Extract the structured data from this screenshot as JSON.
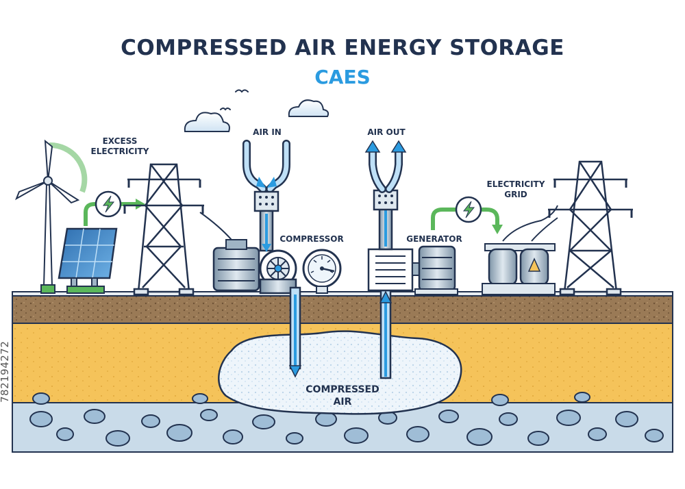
{
  "title": "COMPRESSED AIR ENERGY STORAGE",
  "subtitle": "CAES",
  "labels": {
    "excess_electricity": [
      "EXCESS",
      "ELECTRICITY"
    ],
    "air_in": "AIR IN",
    "air_out": "AIR OUT",
    "compressor": "COMPRESSOR",
    "generator": "GENERATOR",
    "electricity_grid": [
      "ELECTRICITY",
      "GRID"
    ],
    "compressed_air": [
      "COMPRESSED",
      "AIR"
    ]
  },
  "stock_id": "782194272",
  "colors": {
    "ink": "#22324f",
    "accent": "#2b9be0",
    "soil": "#8b6b4a",
    "sand": "#f5c35a",
    "rock_layer": "#c9dbe9",
    "energy_green": "#5bb75b"
  }
}
